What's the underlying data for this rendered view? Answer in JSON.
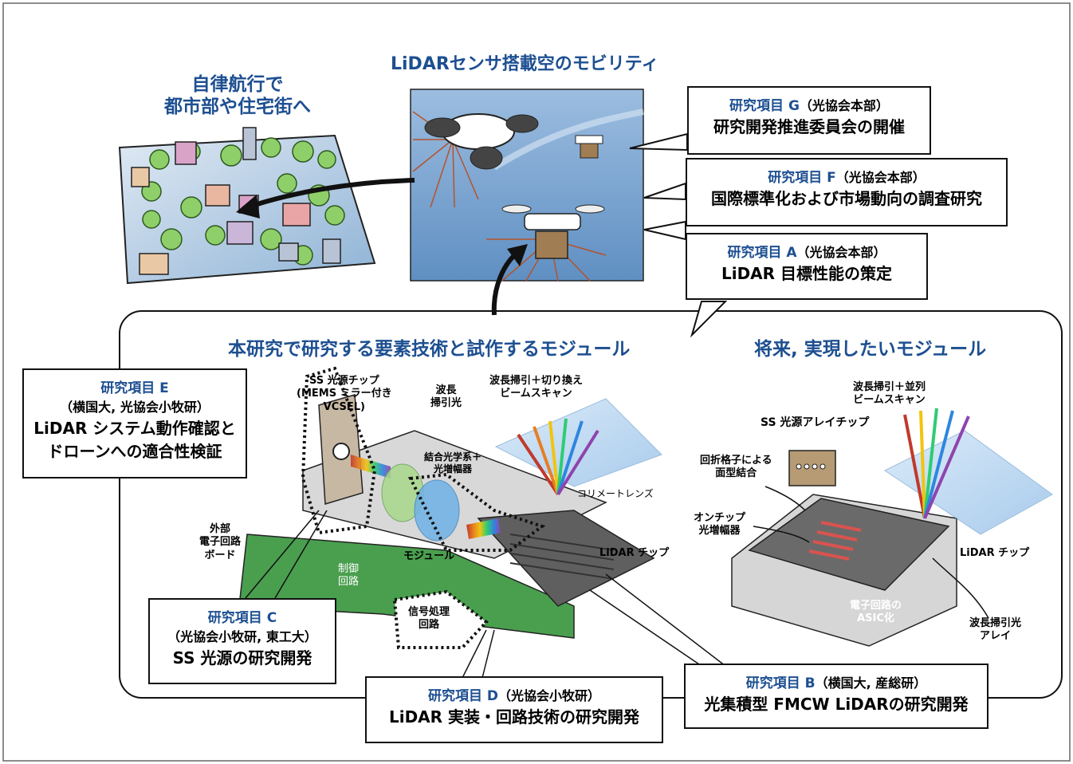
{
  "titles": {
    "mobility": "LiDARセンサ搭載空のモビリティ",
    "city_line1": "自律航行で",
    "city_line2": "都市部や住宅街へ",
    "research_section": "本研究で研究する要素技術と試作するモジュール",
    "future_section": "将来, 実現したいモジュール"
  },
  "items": {
    "g": {
      "label": "研究項目 G",
      "org": "（光協会本部）",
      "body": "研究開発推進委員会の開催"
    },
    "f": {
      "label": "研究項目 F",
      "org": "（光協会本部）",
      "body": "国際標準化および市場動向の調査研究"
    },
    "a": {
      "label": "研究項目 A",
      "org": "（光協会本部）",
      "body": "LiDAR 目標性能の策定"
    },
    "e": {
      "label": "研究項目 E",
      "org": "（横国大, 光協会小牧研）",
      "body1": "LiDAR システム動作確認と",
      "body2": "ドローンへの適合性検証"
    },
    "c": {
      "label": "研究項目 C",
      "org": "（光協会小牧研, 東工大）",
      "body": "SS 光源の研究開発"
    },
    "d": {
      "label": "研究項目 D",
      "org": "（光協会小牧研）",
      "body": "LiDAR 実装・回路技術の研究開発"
    },
    "b": {
      "label": "研究項目 B",
      "org": "（横国大, 産総研）",
      "body": "光集積型 FMCW LiDARの研究開発"
    }
  },
  "labels": {
    "ss_chip_1": "SS 光源チップ",
    "ss_chip_2": "(MEMS ミラー付き",
    "ss_chip_3": "VCSEL)",
    "swept_1": "波長",
    "swept_2": "掃引光",
    "scan_1": "波長掃引＋切り換え",
    "scan_2": "ビームスキャン",
    "optics_1": "結合光学系＋",
    "optics_2": "光増幅器",
    "collimator": "コリメートレンズ",
    "ext_board_1": "外部",
    "ext_board_2": "電子回路",
    "ext_board_3": "ボード",
    "control_1": "制御",
    "control_2": "回路",
    "module": "モジュール",
    "lidar_chip_left": "LiDAR チップ",
    "signal_1": "信号処理",
    "signal_2": "回路",
    "parallel_1": "波長掃引＋並列",
    "parallel_2": "ビームスキャン",
    "ss_array": "SS 光源アレイチップ",
    "grating_1": "回折格子による",
    "grating_2": "面型結合",
    "onchip_1": "オンチップ",
    "onchip_2": "光増幅器",
    "lidar_chip_right": "LiDAR チップ",
    "asic_1": "電子回路の",
    "asic_2": "ASIC化",
    "swept_array_1": "波長掃引光",
    "swept_array_2": "アレイ"
  },
  "colors": {
    "accent_blue": "#1d4f91",
    "sky": "#7fa6cf",
    "board_green": "#3e9a48",
    "chip_gray": "#6b6b6b"
  }
}
